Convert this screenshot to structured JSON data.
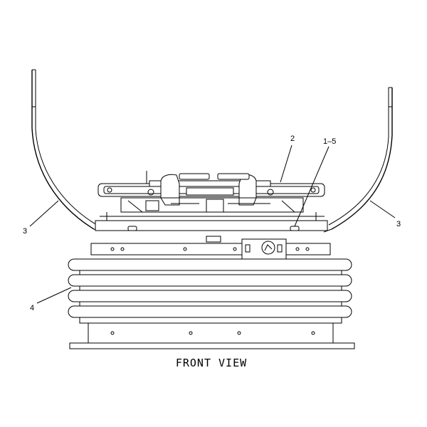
{
  "diagram": {
    "caption": "FRONT VIEW",
    "callouts": {
      "left_side_panel": "3",
      "right_side_panel": "3",
      "seat_top_assembly": "2",
      "latch_mechanism": "1–5",
      "bellows": "4"
    }
  }
}
